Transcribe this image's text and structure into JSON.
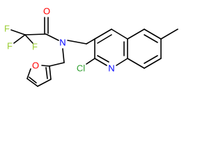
{
  "molecule": {
    "atoms": {
      "F1": "F",
      "F2": "F",
      "F3": "F",
      "O_carbonyl": "O",
      "N_amide": "N",
      "O_furan": "O",
      "Cl": "Cl",
      "N_quinoline": "N"
    },
    "colors": {
      "bond": "#000000",
      "fluorine": "#9acd32",
      "oxygen": "#ff0000",
      "nitrogen": "#0000ff",
      "chlorine": "#2e9f2e"
    }
  }
}
